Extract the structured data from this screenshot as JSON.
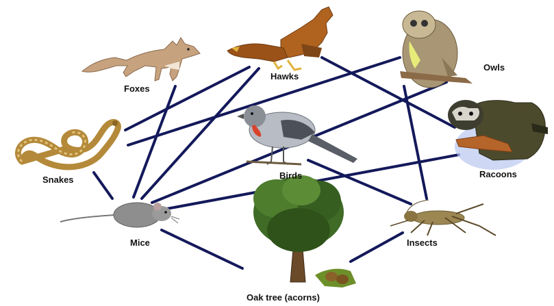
{
  "organisms": {
    "foxes": "Foxes",
    "hawks": "Hawks",
    "owls": "Owls",
    "snakes": "Snakes",
    "birds": "Birds",
    "racoons": "Racoons",
    "mice": "Mice",
    "insects": "Insects",
    "oak": "Oak tree (acorns)"
  },
  "links": [
    [
      "foxes",
      "mice"
    ],
    [
      "hawks",
      "mice"
    ],
    [
      "hawks",
      "snakes"
    ],
    [
      "hawks",
      "racoons"
    ],
    [
      "owls",
      "snakes"
    ],
    [
      "owls",
      "mice"
    ],
    [
      "owls",
      "insects"
    ],
    [
      "snakes",
      "mice"
    ],
    [
      "racoons",
      "mice"
    ],
    [
      "birds",
      "insects"
    ],
    [
      "mice",
      "oak"
    ],
    [
      "insects",
      "oak"
    ]
  ],
  "colors": {
    "link": "#13195a",
    "label": "#111111",
    "background": "#ffffff"
  }
}
